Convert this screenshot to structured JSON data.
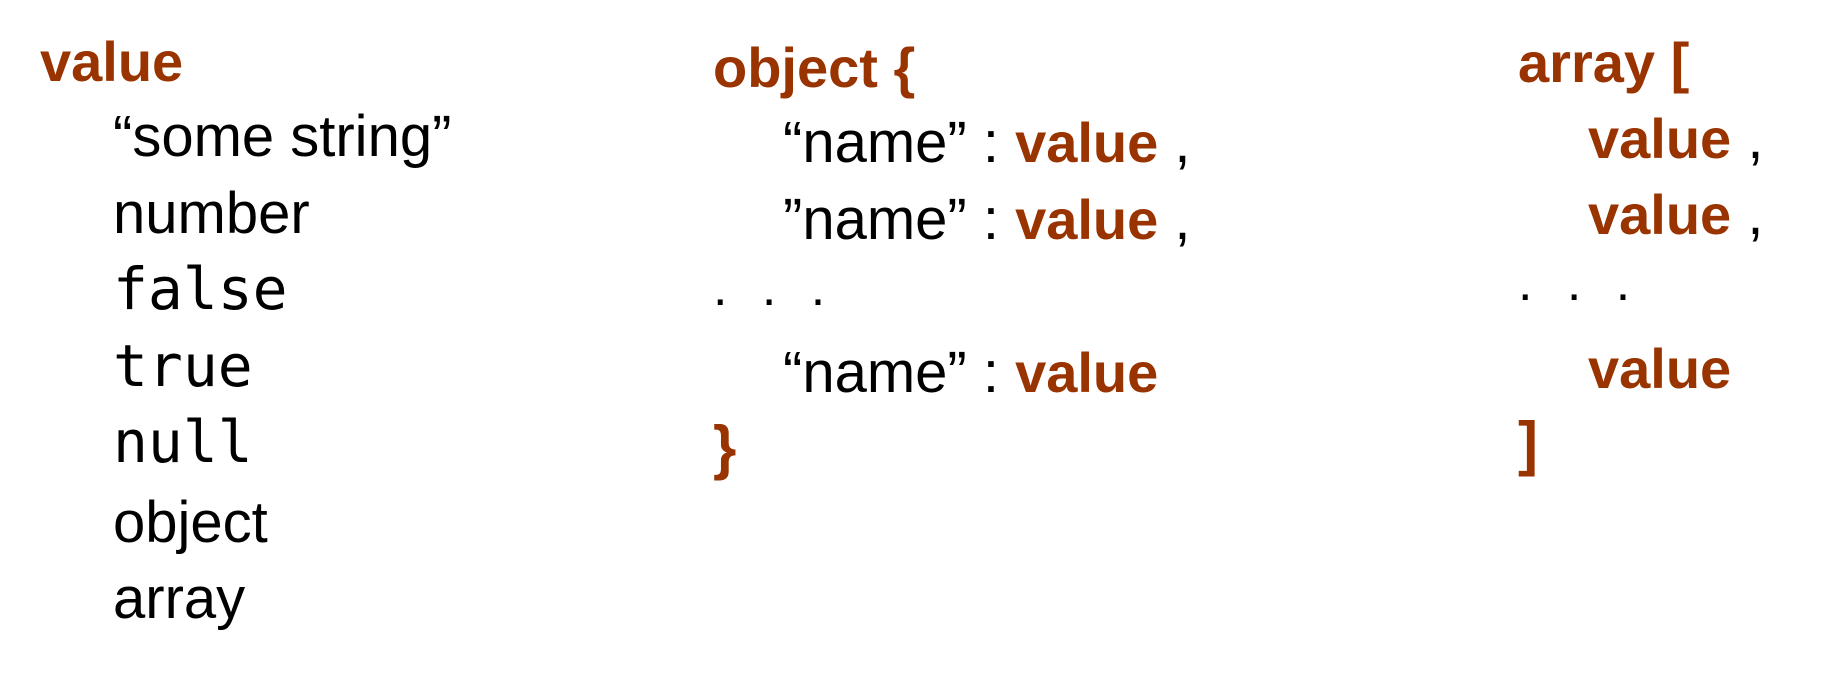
{
  "colors": {
    "keyword": "#993300",
    "text": "#000000",
    "background": "#ffffff"
  },
  "value_column": {
    "heading": "value",
    "items": [
      "“some string”",
      "number",
      "false",
      "true",
      "null",
      "object",
      "array"
    ]
  },
  "object_column": {
    "heading": "object {",
    "entries": [
      {
        "name": "“name”",
        "sep": " : ",
        "value": "value",
        "comma": " ,"
      },
      {
        "name": "”name”",
        "sep": " : ",
        "value": "value",
        "comma": " ,"
      },
      {
        "name": "“name”",
        "sep": " : ",
        "value": "value",
        "comma": ""
      }
    ],
    "ellipsis": ". . .",
    "closing": "}"
  },
  "array_column": {
    "heading": "array [",
    "entries": [
      {
        "value": "value",
        "comma": " ,"
      },
      {
        "value": "value",
        "comma": " ,"
      },
      {
        "value": "value",
        "comma": ""
      }
    ],
    "ellipsis": ". . .",
    "closing": "]"
  }
}
